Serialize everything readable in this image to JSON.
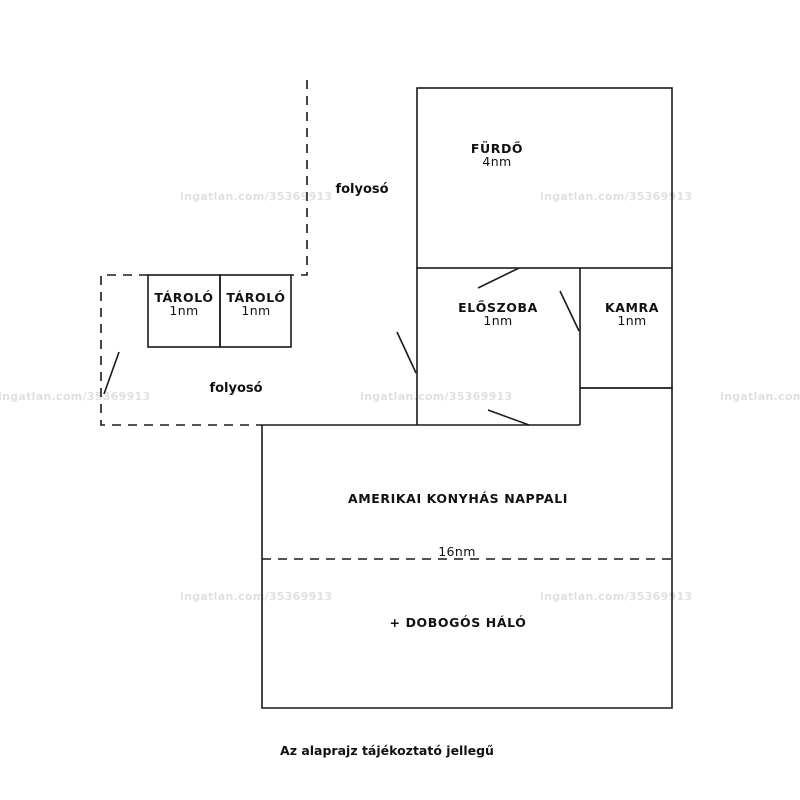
{
  "rooms": {
    "furdo": {
      "name": "FÜRDŐ",
      "area": "4nm"
    },
    "eloszoba": {
      "name": "ELŐSZOBA",
      "area": "1nm"
    },
    "kamra": {
      "name": "KAMRA",
      "area": "1nm"
    },
    "tarolo1": {
      "name": "TÁROLÓ",
      "area": "1nm"
    },
    "tarolo2": {
      "name": "TÁROLÓ",
      "area": "1nm"
    },
    "nappali": {
      "name": "AMERIKAI KONYHÁS NAPPALI",
      "area": "16nm"
    },
    "halo": {
      "name": "+ DOBOGÓS HÁLÓ"
    }
  },
  "corridors": {
    "upper": "folyosó",
    "lower": "folyosó"
  },
  "watermark": "ingatlan.com/35369913",
  "note": "Az alaprajz tájékoztató jellegű"
}
